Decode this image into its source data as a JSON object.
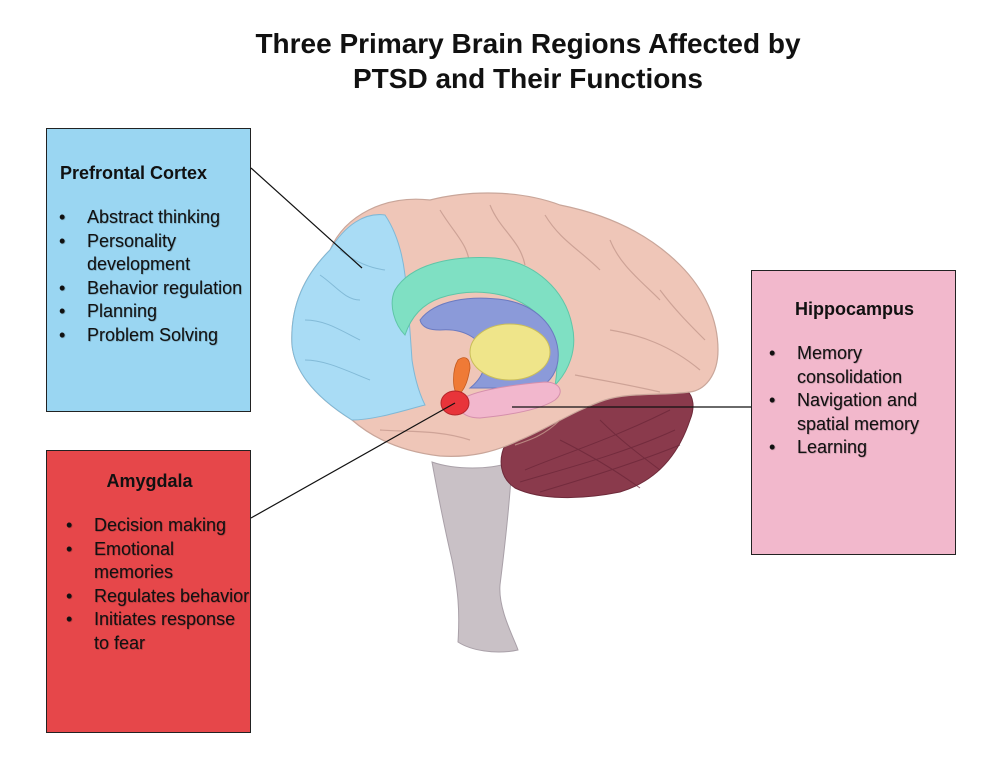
{
  "title_line1": "Three Primary Brain Regions Affected by",
  "title_line2": "PTSD and Their Functions",
  "regions": {
    "prefrontal": {
      "title": "Prefrontal Cortex",
      "color": "#9ad6f2",
      "items": [
        "Abstract thinking",
        "Personality development",
        "Behavior regulation",
        "Planning",
        "Problem Solving"
      ]
    },
    "amygdala": {
      "title": "Amygdala",
      "color": "#e6474a",
      "items": [
        "Decision making",
        "Emotional memories",
        "Regulates behavior",
        "Initiates response to fear"
      ]
    },
    "hippocampus": {
      "title": "Hippocampus",
      "color": "#f2b8cc",
      "items": [
        "Memory consolidation",
        "Navigation and spatial memory",
        "Learning"
      ]
    }
  },
  "brain_colors": {
    "cortex": "#efc6b8",
    "prefrontal": "#a9dcf5",
    "cerebellum": "#8a3a4c",
    "brainstem": "#c9c1c6",
    "corpus_callosum": "#7fe0c3",
    "fornix_ring": "#8b9ad9",
    "thalamus": "#efe58a",
    "amygdala": "#e8343a",
    "orange_region": "#ef7a36",
    "hippocampus": "#f2b7cd"
  }
}
